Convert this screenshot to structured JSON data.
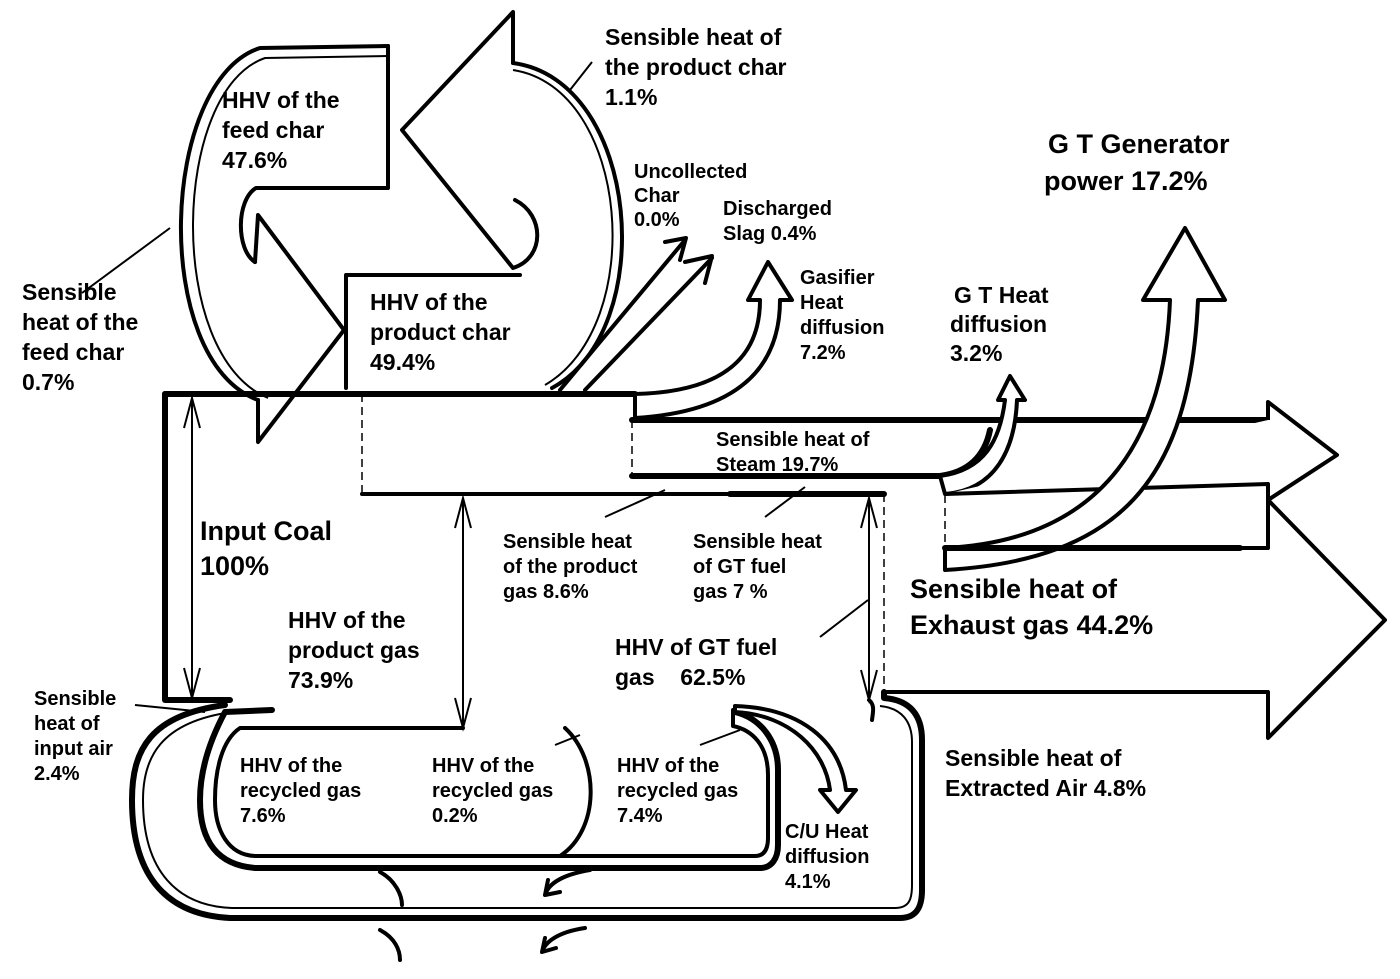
{
  "diagram": {
    "type": "energy-flow-sankey",
    "colors": {
      "ink": "#000000",
      "paper": "#ffffff"
    },
    "labels": {
      "feed_char_hhv": {
        "lines": [
          "HHV of the",
          "feed char",
          "47.6%"
        ],
        "value_pct": 47.6
      },
      "product_char_sensible": {
        "lines": [
          "Sensible heat of",
          "the product char",
          "1.1%"
        ],
        "value_pct": 1.1
      },
      "feed_char_sensible": {
        "lines": [
          "Sensible",
          "heat of the",
          "feed char",
          "0.7%"
        ],
        "value_pct": 0.7
      },
      "product_char_hhv": {
        "lines": [
          "HHV of the",
          "product char",
          "49.4%"
        ],
        "value_pct": 49.4
      },
      "uncollected_char": {
        "lines": [
          "Uncollected",
          "Char",
          "0.0%"
        ],
        "value_pct": 0.0
      },
      "discharged_slag": {
        "lines": [
          "Discharged",
          "Slag 0.4%"
        ],
        "value_pct": 0.4
      },
      "gasifier_heat_diffusion": {
        "lines": [
          "Gasifier",
          "Heat",
          "diffusion",
          "7.2%"
        ],
        "value_pct": 7.2
      },
      "gt_heat_diffusion": {
        "lines": [
          "G T  Heat",
          "diffusion",
          "3.2%"
        ],
        "value_pct": 3.2
      },
      "gt_generator_power": {
        "lines": [
          "G T  Generator",
          "power 17.2%"
        ],
        "value_pct": 17.2
      },
      "steam_sensible": {
        "lines": [
          "Sensible heat of",
          "Steam 19.7%"
        ],
        "value_pct": 19.7
      },
      "input_coal": {
        "lines": [
          "Input Coal",
          "100%"
        ],
        "value_pct": 100
      },
      "product_gas_sensible": {
        "lines": [
          "Sensible heat",
          "of the product",
          "gas 8.6%"
        ],
        "value_pct": 8.6
      },
      "gt_fuel_gas_sensible": {
        "lines": [
          "Sensible heat",
          " of GT fuel",
          "gas  7 %"
        ],
        "value_pct": 7
      },
      "exhaust_gas_sensible": {
        "lines": [
          "Sensible heat of",
          "Exhaust gas 44.2%"
        ],
        "value_pct": 44.2
      },
      "product_gas_hhv": {
        "lines": [
          "HHV of the",
          "product gas",
          "73.9%"
        ],
        "value_pct": 73.9
      },
      "gt_fuel_gas_hhv": {
        "lines": [
          "HHV of GT fuel",
          "gas    62.5%"
        ],
        "value_pct": 62.5
      },
      "input_air_sensible": {
        "lines": [
          "Sensible",
          "heat of",
          "input air",
          "2.4%"
        ],
        "value_pct": 2.4
      },
      "extracted_air_sensible": {
        "lines": [
          "Sensible heat of",
          "Extracted Air 4.8%"
        ],
        "value_pct": 4.8
      },
      "recycled_gas_1": {
        "lines": [
          "HHV of the",
          "recycled gas",
          "7.6%"
        ],
        "value_pct": 7.6
      },
      "recycled_gas_2": {
        "lines": [
          "HHV of the",
          "recycled gas",
          "0.2%"
        ],
        "value_pct": 0.2
      },
      "recycled_gas_3": {
        "lines": [
          "HHV of the",
          "recycled gas",
          "7.4%"
        ],
        "value_pct": 7.4
      },
      "cu_heat_diffusion": {
        "lines": [
          "C/U Heat",
          "diffusion",
          "4.1%"
        ],
        "value_pct": 4.1
      }
    }
  }
}
